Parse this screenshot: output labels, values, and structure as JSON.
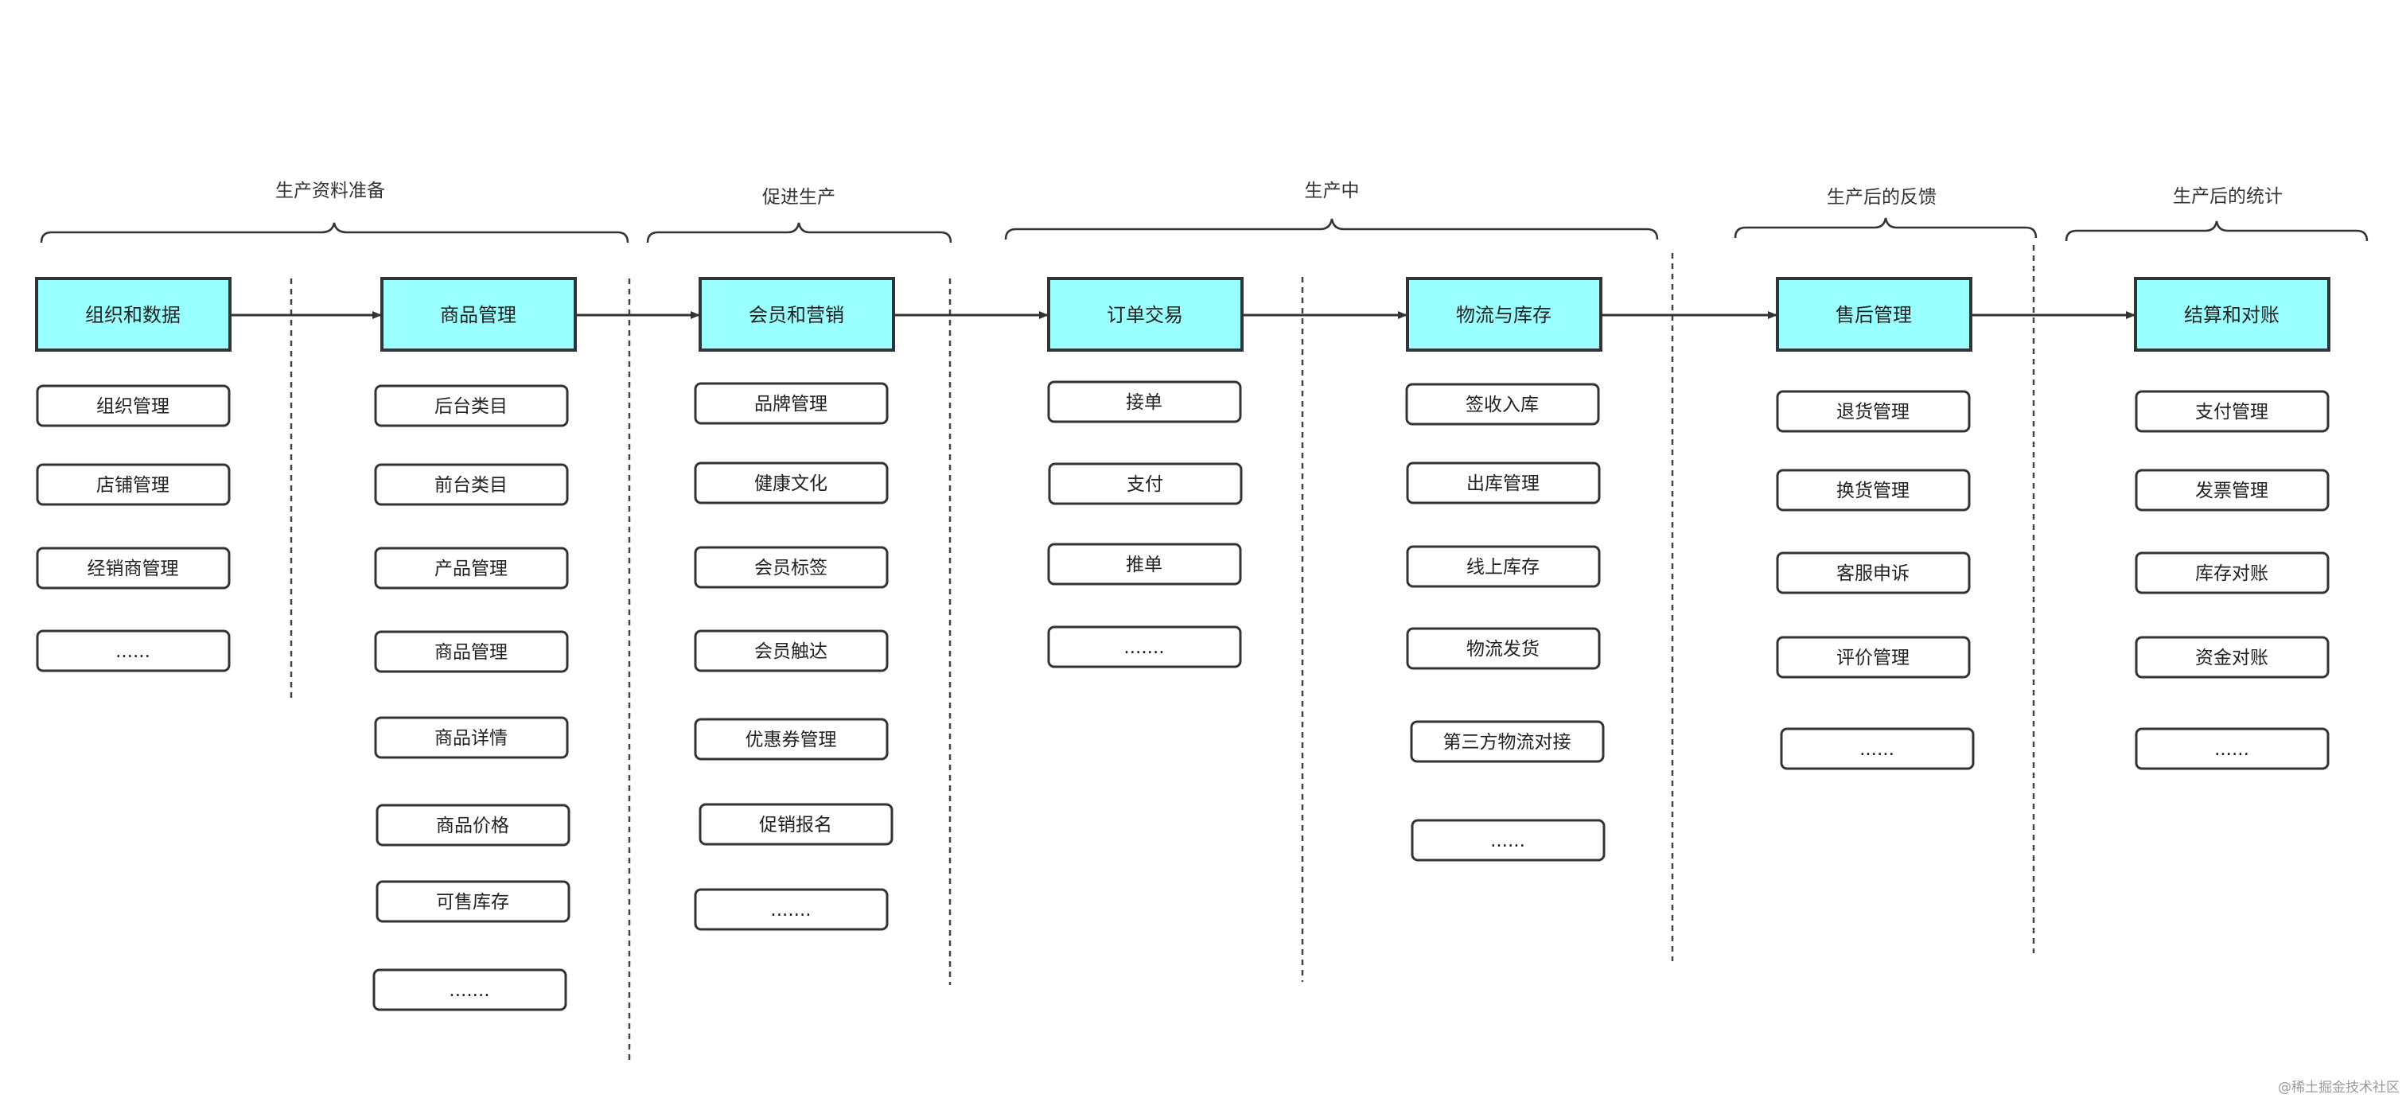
{
  "colors": {
    "module_fill": "#99ffff",
    "stroke": "#333333",
    "item_fill": "#ffffff",
    "divider": "#444444"
  },
  "phases": [
    {
      "id": "phase-production-prep",
      "label": "生产资料准备"
    },
    {
      "id": "phase-promote-production",
      "label": "促进生产"
    },
    {
      "id": "phase-in-production",
      "label": "生产中"
    },
    {
      "id": "phase-post-feedback",
      "label": "生产后的反馈"
    },
    {
      "id": "phase-post-statistics",
      "label": "生产后的统计"
    }
  ],
  "modules": [
    {
      "id": "org-data",
      "label": "组织和数据",
      "items": [
        "组织管理",
        "店铺管理",
        "经销商管理",
        "......"
      ]
    },
    {
      "id": "goods-mgmt",
      "label": "商品管理",
      "items": [
        "后台类目",
        "前台类目",
        "产品管理",
        "商品管理",
        "商品详情",
        "商品价格",
        "可售库存",
        "......."
      ]
    },
    {
      "id": "member-marketing",
      "label": "会员和营销",
      "items": [
        "品牌管理",
        "健康文化",
        "会员标签",
        "会员触达",
        "优惠券管理",
        "促销报名",
        "......."
      ]
    },
    {
      "id": "order-trade",
      "label": "订单交易",
      "items": [
        "接单",
        "支付",
        "推单",
        "......."
      ]
    },
    {
      "id": "logistics-inventory",
      "label": "物流与库存",
      "items": [
        "签收入库",
        "出库管理",
        "线上库存",
        "物流发货",
        "第三方物流对接",
        "......"
      ]
    },
    {
      "id": "after-sales",
      "label": "售后管理",
      "items": [
        "退货管理",
        "换货管理",
        "客服申诉",
        "评价管理",
        "......"
      ]
    },
    {
      "id": "settlement",
      "label": "结算和对账",
      "items": [
        "支付管理",
        "发票管理",
        "库存对账",
        "资金对账",
        "......"
      ]
    }
  ],
  "watermark": "@稀土掘金技术社区"
}
